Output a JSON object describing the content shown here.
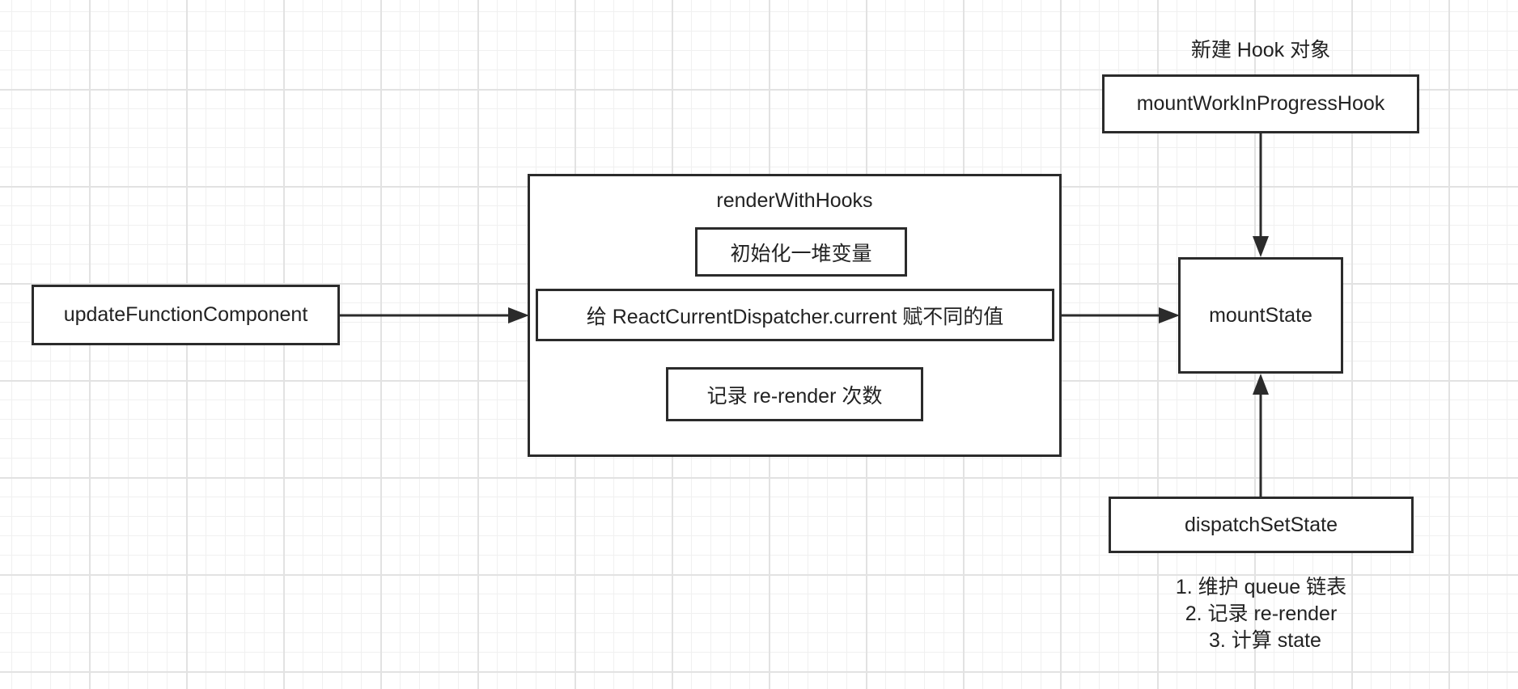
{
  "diagram": {
    "nodes": {
      "update_function_component": "updateFunctionComponent",
      "render_with_hooks": {
        "title": "renderWithHooks",
        "init_vars": "初始化一堆变量",
        "assign_dispatcher": "给 ReactCurrentDispatcher.current 赋不同的值",
        "record_rerender": "记录 re-render 次数"
      },
      "mount_state": "mountState",
      "mount_work_in_progress_hook": "mountWorkInProgressHook",
      "dispatch_set_state": "dispatchSetState"
    },
    "annotations": {
      "new_hook_object": "新建 Hook 对象",
      "dispatch_notes": [
        "1. 维护 queue 链表",
        "2. 记录 re-render",
        "3. 计算 state"
      ]
    },
    "edges": [
      {
        "from": "updateFunctionComponent",
        "to": "renderWithHooks"
      },
      {
        "from": "renderWithHooks",
        "to": "mountState"
      },
      {
        "from": "mountWorkInProgressHook",
        "to": "mountState"
      },
      {
        "from": "dispatchSetState",
        "to": "mountState"
      }
    ],
    "colors": {
      "stroke": "#2b2b2b",
      "grid_major": "#e2e2e2",
      "grid_minor": "#f0f0f0",
      "background": "#ffffff"
    }
  }
}
